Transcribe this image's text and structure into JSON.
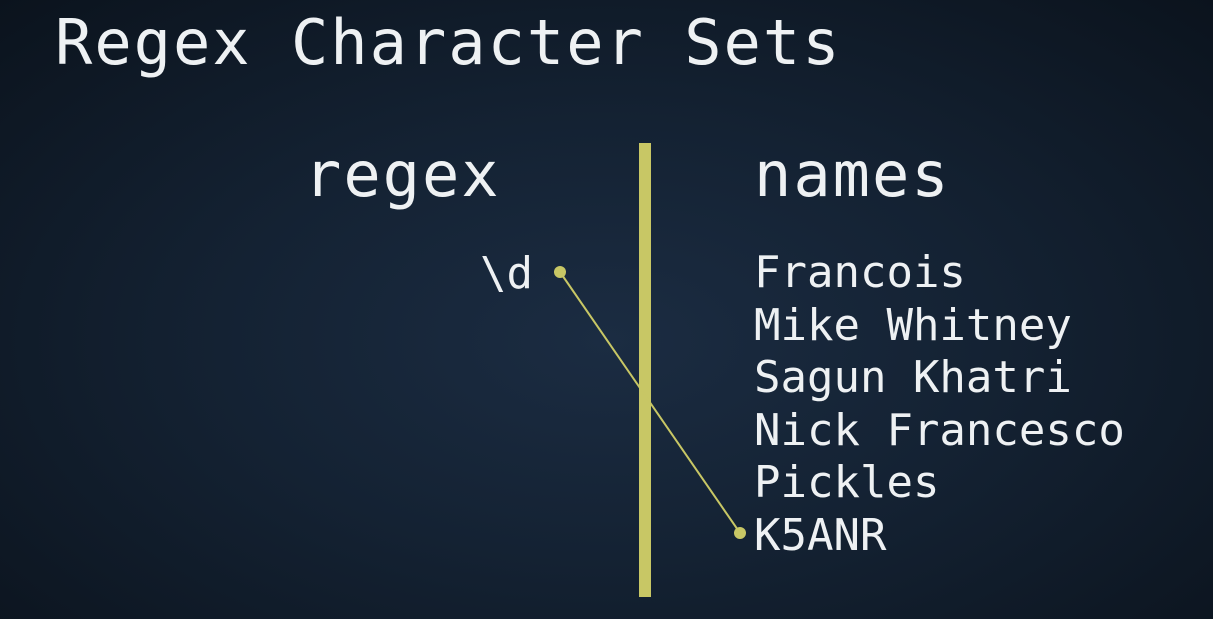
{
  "title": "Regex Character Sets",
  "columns": {
    "regex_header": "regex",
    "names_header": "names"
  },
  "regex_items": [
    "\\d"
  ],
  "names": [
    "Francois",
    "Mike Whitney",
    "Sagun Khatri",
    "Nick Francesco",
    "Pickles",
    "K5ANR"
  ],
  "match": {
    "from_regex_index": 0,
    "to_name_index": 5
  },
  "colors": {
    "accent": "#c8c765",
    "background": "#142233",
    "text": "#eef1f3"
  }
}
